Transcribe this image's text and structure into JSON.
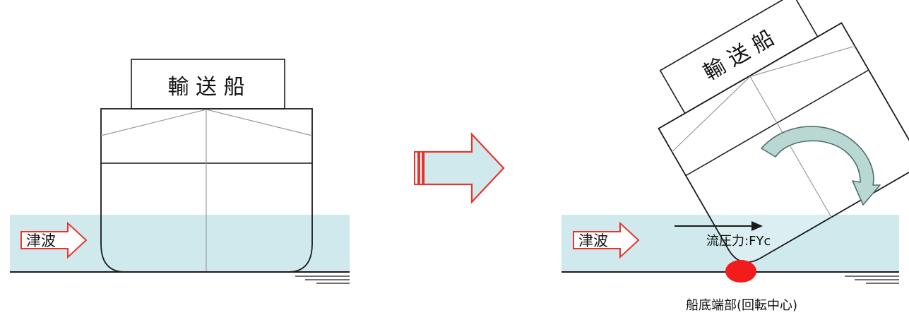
{
  "colors": {
    "water": "#cfe9ec",
    "arrow_red": "#e8352c",
    "rotation_arrow_fill": "#b9d8d4",
    "rotation_arrow_stroke": "#4d6f6b",
    "pivot": "#f21c1c",
    "hull_line": "#1a1a1a",
    "thin_line": "#9a9a9a"
  },
  "left_panel": {
    "cabin_label": "輸 送 船",
    "wave_label": "津波"
  },
  "middle": {
    "transition_arrow_icon": "right-arrow-icon"
  },
  "right_panel": {
    "cabin_label": "輸 送 船",
    "wave_label": "津波",
    "force_label": "流圧力:FYc",
    "pivot_label": "船底端部(回転中心)",
    "rotation_arrow_icon": "curved-arrow-icon"
  }
}
